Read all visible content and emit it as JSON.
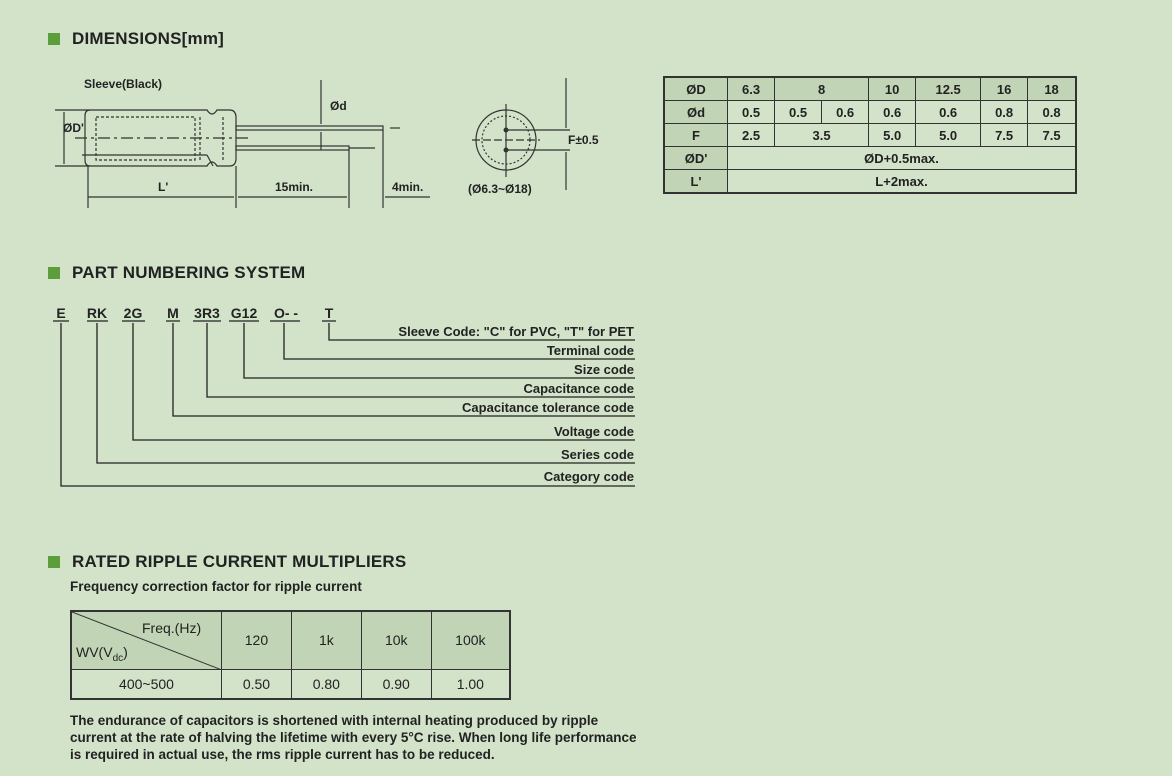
{
  "dimensions": {
    "title": "DIMENSIONS[mm]",
    "diagram": {
      "sleeve": "Sleeve(Black)",
      "od_prime": "ØD'",
      "od_small": "Ød",
      "l_prime": "L'",
      "lead_len": "15min.",
      "lead_ext": "4min.",
      "f": "F±0.5",
      "range": "(Ø6.3~Ø18)"
    },
    "table": {
      "D": [
        "ØD",
        "6.3",
        "8",
        "10",
        "12.5",
        "16",
        "18"
      ],
      "d": [
        "Ød",
        "0.5",
        "0.5",
        "0.6",
        "0.6",
        "0.6",
        "0.8",
        "0.8"
      ],
      "F": [
        "F",
        "2.5",
        "3.5",
        "5.0",
        "5.0",
        "7.5",
        "7.5"
      ],
      "Dp": [
        "ØD'",
        "ØD+0.5max."
      ],
      "Lp": [
        "L'",
        "L+2max."
      ]
    }
  },
  "part_numbering": {
    "title": "PART NUMBERING SYSTEM",
    "codes": [
      "E",
      "RK",
      "2G",
      "M",
      "3R3",
      "G12",
      "O- -",
      "T"
    ],
    "labels": [
      "Sleeve Code: \"C\" for PVC, \"T\" for PET",
      "Terminal code",
      "Size code",
      "Capacitance code",
      "Capacitance tolerance code",
      "Voltage code",
      "Series code",
      "Category code"
    ]
  },
  "ripple": {
    "title": "RATED RIPPLE CURRENT MULTIPLIERS",
    "subtitle": "Frequency correction factor for ripple current",
    "freq_label": "Freq.(Hz)",
    "wv_label": "WV(V",
    "wv_sub": "dc",
    "wv_close": ")",
    "freqs": [
      "120",
      "1k",
      "10k",
      "100k"
    ],
    "row": {
      "wv": "400~500",
      "values": [
        "0.50",
        "0.80",
        "0.90",
        "1.00"
      ]
    },
    "note": "The endurance of capacitors is shortened with internal heating produced by ripple current at the rate of halving the lifetime with every 5°C rise. When long life performance is required in actual use, the rms ripple current has to be reduced."
  },
  "colors": {
    "background": "#d3e3c9",
    "accent": "#5c9e3c",
    "header_cell": "#c1d5b6"
  }
}
